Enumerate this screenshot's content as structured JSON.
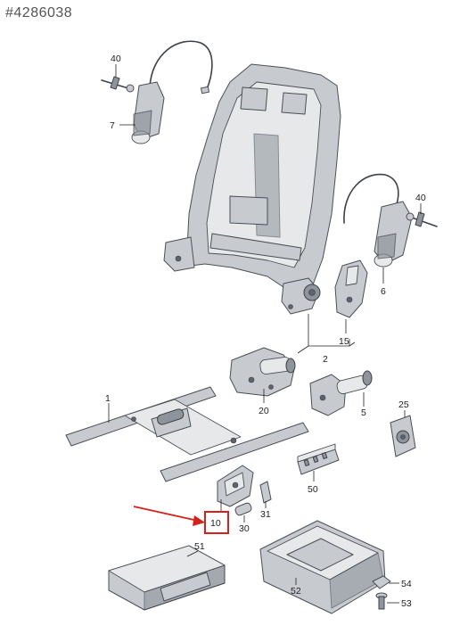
{
  "diagram": {
    "id_label": "#4286038",
    "labels": [
      {
        "key": "40a",
        "text": "40"
      },
      {
        "key": "7",
        "text": "7"
      },
      {
        "key": "40b",
        "text": "40"
      },
      {
        "key": "6",
        "text": "6"
      },
      {
        "key": "15",
        "text": "15"
      },
      {
        "key": "2",
        "text": "2"
      },
      {
        "key": "1",
        "text": "1"
      },
      {
        "key": "20",
        "text": "20"
      },
      {
        "key": "5",
        "text": "5"
      },
      {
        "key": "25",
        "text": "25"
      },
      {
        "key": "50",
        "text": "50"
      },
      {
        "key": "10",
        "text": "10"
      },
      {
        "key": "30",
        "text": "30"
      },
      {
        "key": "31",
        "text": "31"
      },
      {
        "key": "51",
        "text": "51"
      },
      {
        "key": "52",
        "text": "52"
      },
      {
        "key": "54",
        "text": "54"
      },
      {
        "key": "53",
        "text": "53"
      }
    ],
    "highlight": {
      "label_key": "10",
      "color": "#d6201c"
    },
    "colors": {
      "part_fill": "#c7cbd0",
      "part_outline": "#4a4f55",
      "highlight": "#d6201c"
    }
  }
}
